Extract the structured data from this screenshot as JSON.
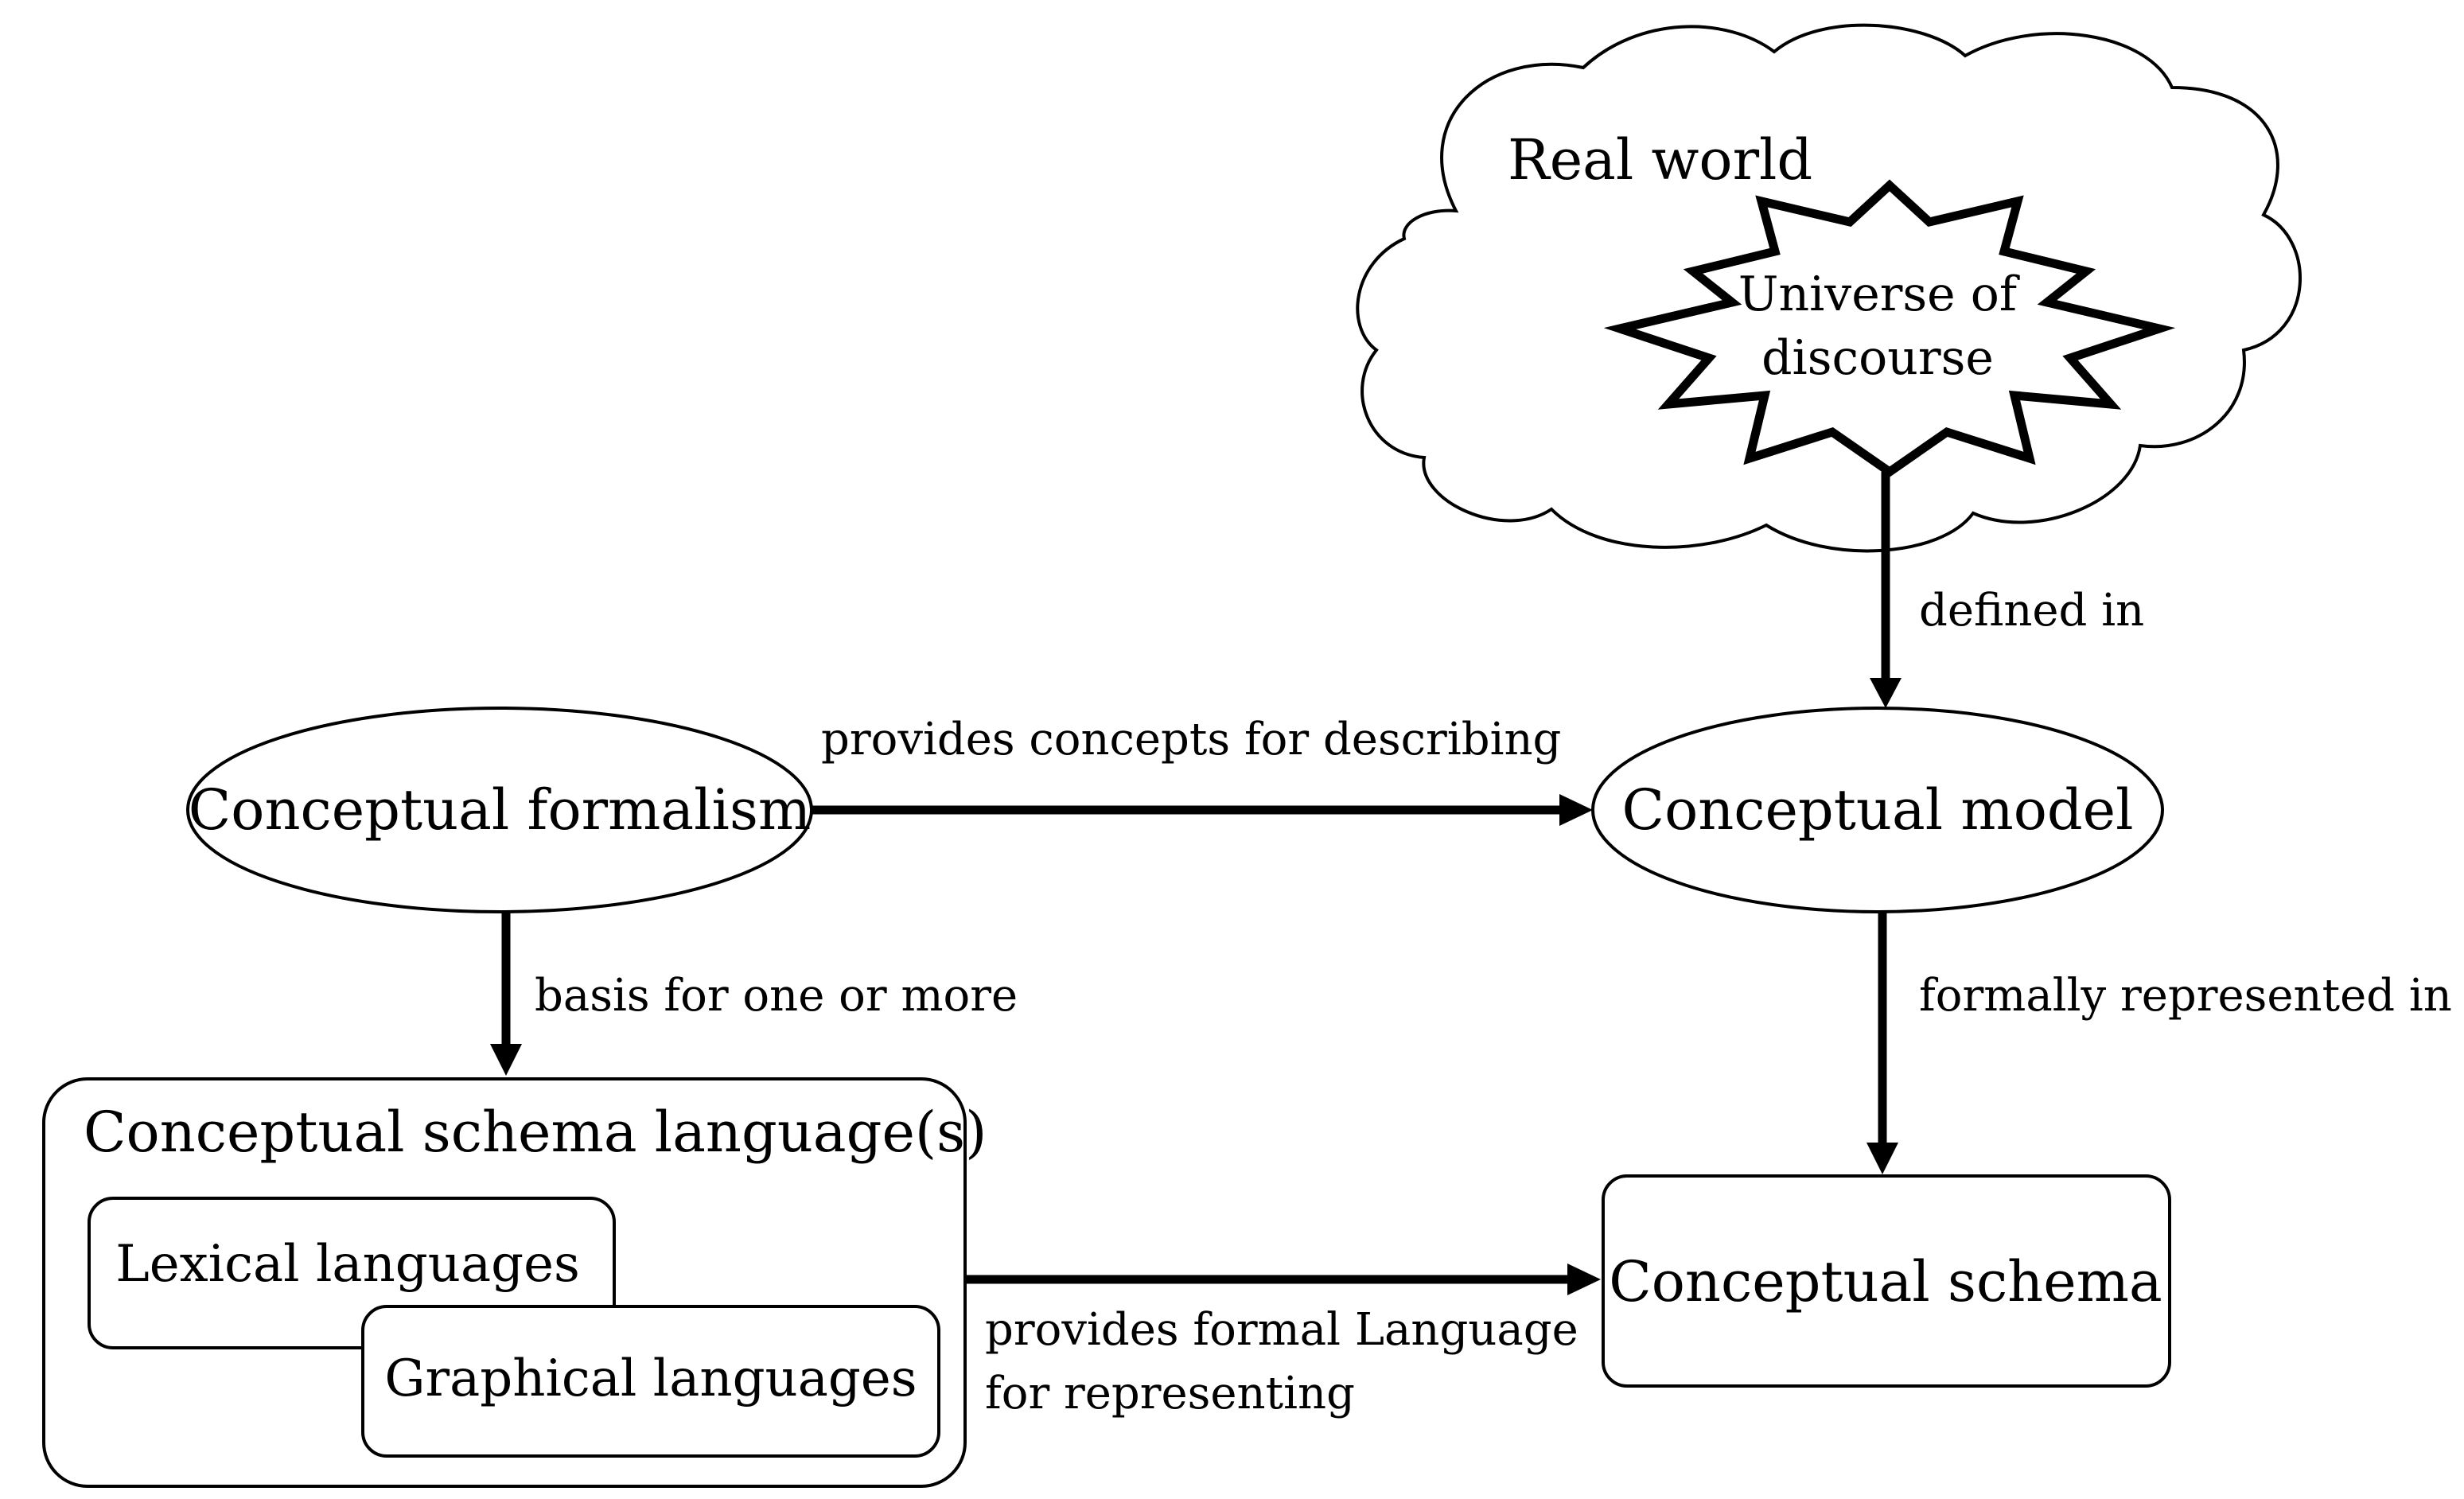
{
  "nodes": {
    "real_world": "Real world",
    "universe_line1": "Universe of",
    "universe_line2": "discourse",
    "conceptual_formalism": "Conceptual formalism",
    "conceptual_model": "Conceptual model",
    "schema_languages": "Conceptual schema language(s)",
    "lexical_languages": "Lexical languages",
    "graphical_languages": "Graphical languages",
    "conceptual_schema": "Conceptual schema"
  },
  "edges": {
    "defined_in": "defined in",
    "provides_concepts": "provides concepts for describing",
    "basis_for": "basis for one or more",
    "formally_represented": "formally represented in",
    "provides_formal_line1": "provides formal Language",
    "provides_formal_line2": "for representing"
  },
  "colors": {
    "stroke": "#000000",
    "fill": "#ffffff",
    "background": "#ffffff"
  }
}
